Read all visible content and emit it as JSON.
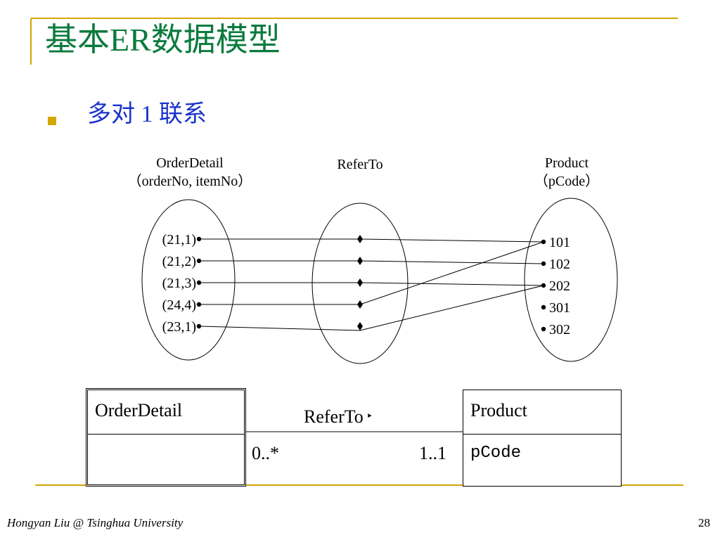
{
  "title": "基本ER数据模型",
  "bullet": "多对 1 联系",
  "left_set": {
    "title": "OrderDetail",
    "subtitle": "（orderNo, itemNo）",
    "items": [
      "(21,1)",
      "(21,2)",
      "(21,3)",
      "(24,4)",
      "(23,1)"
    ]
  },
  "mid_set": {
    "title": "ReferTo"
  },
  "right_set": {
    "title": "Product",
    "subtitle": "（pCode）",
    "items": [
      "101",
      "102",
      "202",
      "301",
      "302"
    ]
  },
  "mappings": [
    {
      "from": "(21,1)",
      "to": "101"
    },
    {
      "from": "(21,2)",
      "to": "102"
    },
    {
      "from": "(21,3)",
      "to": "202"
    },
    {
      "from": "(24,4)",
      "to": "101"
    },
    {
      "from": "(23,1)",
      "to": "202"
    }
  ],
  "uml": {
    "left_class": {
      "name": "OrderDetail",
      "attr": ""
    },
    "right_class": {
      "name": "Product",
      "attr": "pCode"
    },
    "association": {
      "name": "ReferTo",
      "direction_marker": "‣",
      "left_mult": "0..*",
      "right_mult": "1..1"
    }
  },
  "footer": {
    "author": "Hongyan Liu @ Tsinghua University",
    "page": "28"
  },
  "colors": {
    "title": "#0b7a3d",
    "bullet_text": "#1a33cc",
    "bullet_marker": "#d4a600",
    "rule": "#d4a600"
  }
}
